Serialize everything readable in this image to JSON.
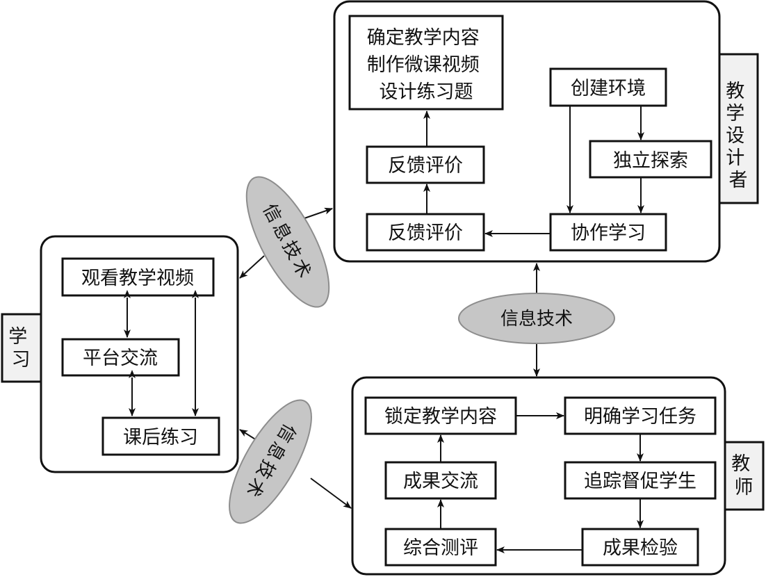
{
  "groups": {
    "designer": {
      "label": "教学设计者",
      "boxes": {
        "prepare": [
          "确定教学内容",
          "制作微课视频",
          "设计练习题"
        ],
        "feedback_upper": "反馈评价",
        "feedback_lower": "反馈评价",
        "create_env": "创建环境",
        "explore": "独立探索",
        "collab": "协作学习"
      }
    },
    "learner": {
      "label": "学习",
      "boxes": {
        "watch": "观看教学视频",
        "platform": "平台交流",
        "practice": "课后练习"
      }
    },
    "teacher": {
      "label": "教师",
      "boxes": {
        "lock_content": "锁定教学内容",
        "clarify_task": "明确学习任务",
        "track": "追踪督促学生",
        "check": "成果检验",
        "evaluate": "综合测评",
        "share": "成果交流"
      }
    }
  },
  "connectors": {
    "it_top_left": "信息技术",
    "it_center": "信息技术",
    "it_bottom_left": "信息技术"
  },
  "colors": {
    "ellipse_fill": "#c6c6c6",
    "tab_fill": "#f1f1f1",
    "stroke": "#111111"
  }
}
